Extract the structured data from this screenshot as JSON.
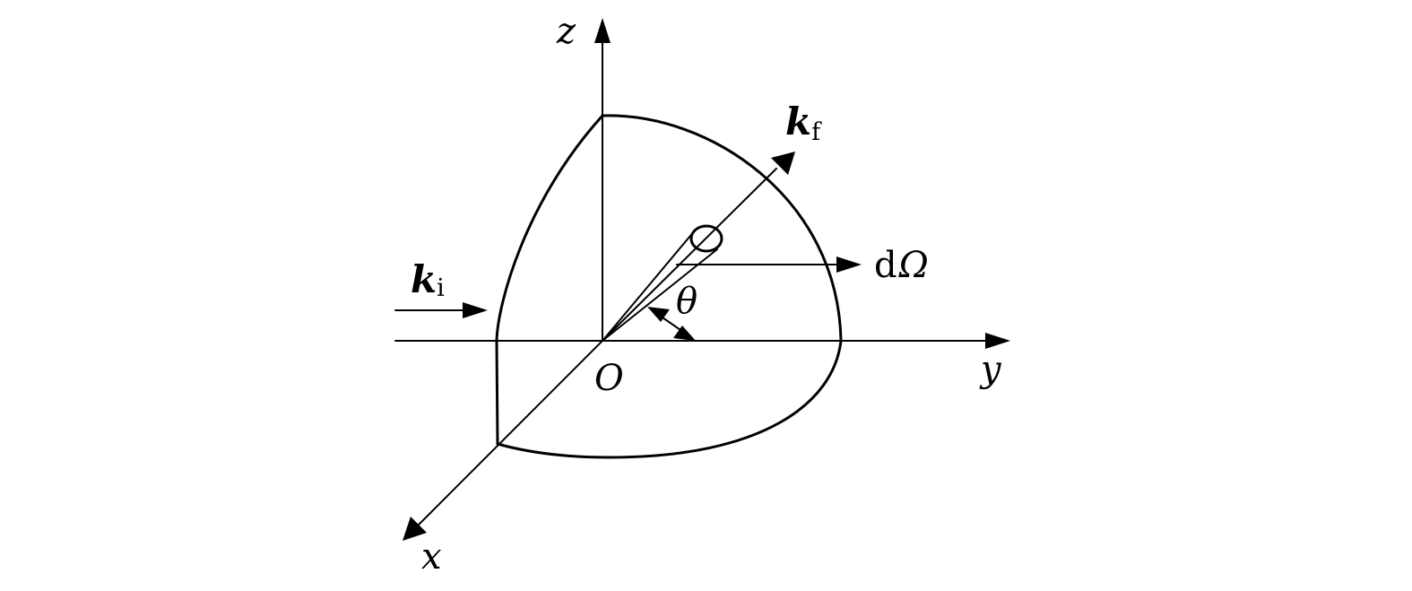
{
  "axes": {
    "z": "z",
    "y": "y",
    "x": "x",
    "origin": "O"
  },
  "vectors": {
    "incident": {
      "symbol": "k",
      "subscript": "i"
    },
    "final": {
      "symbol": "k",
      "subscript": "f"
    }
  },
  "solid_angle": {
    "prefix": "d",
    "symbol": "Ω"
  },
  "angle": "θ",
  "colors": {
    "ink": "#000000",
    "background": "#ffffff"
  }
}
